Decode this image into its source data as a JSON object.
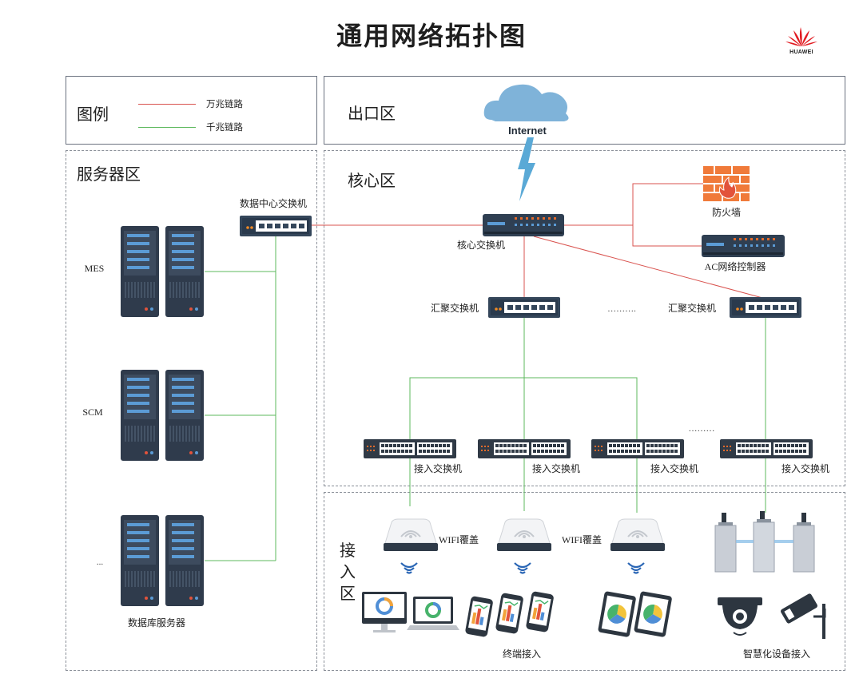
{
  "title": "通用网络拓扑图",
  "brand": {
    "name": "HUAWEI",
    "logo_color": "#e11b22"
  },
  "colors": {
    "ten_gig_link": "#d9534f",
    "gig_link": "#5cb85c",
    "cloud": "#7fb3d9",
    "lightning": "#5aa9d6",
    "firewall": "#f07a3a",
    "device_dark": "#2f3b4c"
  },
  "legend": {
    "title": "图例",
    "items": [
      {
        "label": "万兆链路",
        "color": "#d9534f"
      },
      {
        "label": "千兆链路",
        "color": "#5cb85c"
      }
    ]
  },
  "zones": {
    "exit": "出口区",
    "server": "服务器区",
    "core": "核心区",
    "access_v": [
      "接",
      "入",
      "区"
    ]
  },
  "nodes": {
    "internet": "Internet",
    "dc_switch": "数据中心交换机",
    "core_switch": "核心交换机",
    "firewall": "防火墙",
    "ac_controller": "AC网络控制器",
    "agg_switch_1": "汇聚交换机",
    "agg_switch_2": "汇聚交换机",
    "agg_ellipsis": "……….",
    "access_ellipsis": "………",
    "access_switches": [
      "接入交换机",
      "接入交换机",
      "接入交换机",
      "接入交换机"
    ],
    "servers": [
      "MES",
      "SCM",
      "..."
    ],
    "db_servers": "数据库服务器",
    "wifi": [
      "WIFI覆盖",
      "WIFI覆盖"
    ],
    "terminal": "终端接入",
    "smart": "智慧化设备接入"
  }
}
